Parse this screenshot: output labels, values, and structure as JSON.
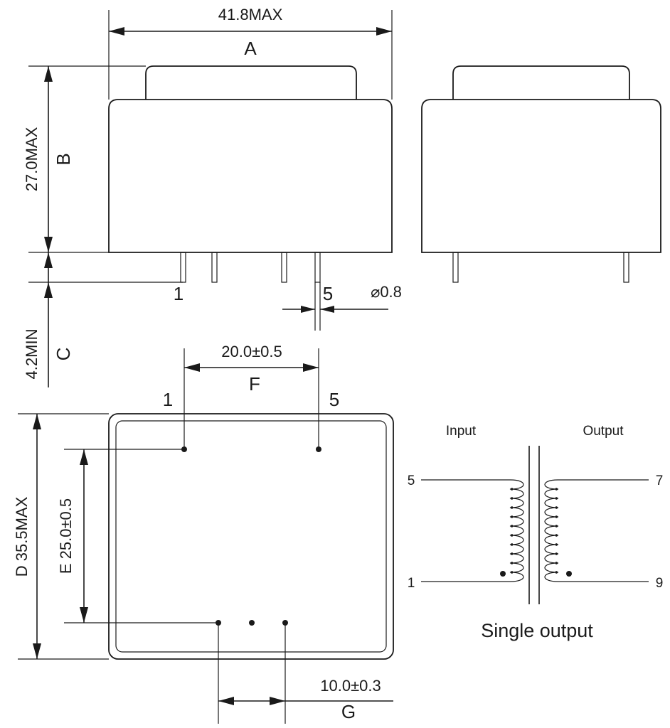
{
  "dimensions": {
    "width_label": "41.8MAX",
    "width_letter": "A",
    "height_label": "27.0MAX",
    "height_letter": "B",
    "pin_length_label": "4.2MIN",
    "pin_length_letter": "C",
    "pin_diameter_label": "⌀0.8",
    "depth_label": "D 35.5MAX",
    "row_spacing_label": "E 25.0±0.5",
    "pin_span_label": "20.0±0.5",
    "pin_span_letter": "F",
    "pin_pitch_label": "10.0±0.3",
    "pin_pitch_letter": "G"
  },
  "pins": {
    "side_left": "1",
    "side_right": "5",
    "top_left": "1",
    "top_right": "5"
  },
  "schematic": {
    "input_label": "Input",
    "output_label": "Output",
    "input_top_pin": "5",
    "input_bottom_pin": "1",
    "output_top_pin": "7",
    "output_bottom_pin": "9",
    "caption": "Single output"
  }
}
